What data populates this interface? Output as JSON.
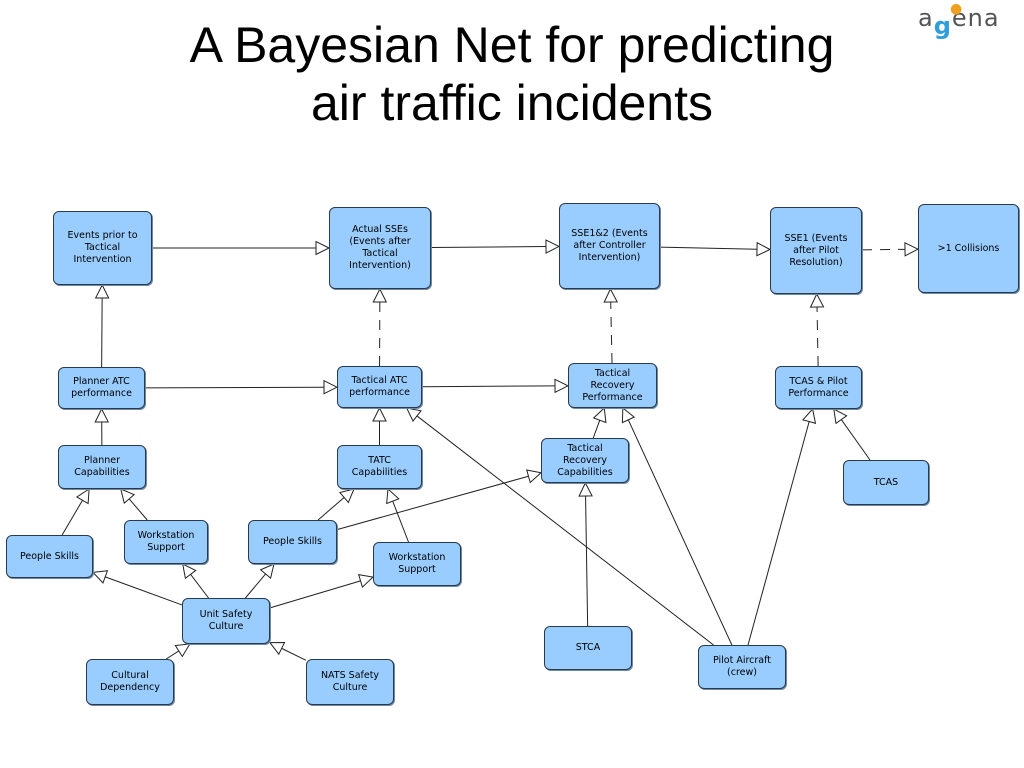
{
  "title": {
    "line1": "A Bayesian Net for predicting",
    "line2": "air traffic incidents"
  },
  "logo": {
    "a": "a",
    "g": "g",
    "ena": "ena",
    "accent": "#2e9fd8"
  },
  "colors": {
    "node_fill": "#99ccff",
    "node_border": "#2a3a4a",
    "edge": "#222222"
  },
  "nodes": {
    "events_prior": "Events prior to Tactical Intervention",
    "actual_sses": "Actual SSEs (Events after Tactical Intervention)",
    "sse12": "SSE1&2 (Events after Controller Intervention)",
    "sse1": "SSE1 (Events after Pilot Resolution)",
    "collisions": ">1 Collisions",
    "planner_atc": "Planner ATC performance",
    "tactical_atc": "Tactical ATC performance",
    "tactical_recovery_perf": "Tactical Recovery Performance",
    "tcas_pilot": "TCAS & Pilot Performance",
    "planner_cap": "Planner Capabilities",
    "tatc_cap": "TATC Capabilities",
    "tactical_recovery_cap": "Tactical Recovery Capabilities",
    "tcas": "TCAS",
    "people_skills_1": "People Skills",
    "workstation_1": "Workstation Support",
    "people_skills_2": "People Skills",
    "workstation_2": "Workstation Support",
    "unit_safety": "Unit Safety Culture",
    "stca": "STCA",
    "pilot_aircraft": "Pilot Aircraft (crew)",
    "cultural": "Cultural Dependency",
    "nats_safety": "NATS Safety Culture"
  },
  "edges": [
    {
      "from": "planner_atc",
      "to": "events_prior",
      "style": "solid"
    },
    {
      "from": "events_prior",
      "to": "actual_sses",
      "style": "solid"
    },
    {
      "from": "actual_sses",
      "to": "sse12",
      "style": "solid"
    },
    {
      "from": "sse12",
      "to": "sse1",
      "style": "solid"
    },
    {
      "from": "sse1",
      "to": "collisions",
      "style": "dashed"
    },
    {
      "from": "tactical_atc",
      "to": "actual_sses",
      "style": "dashed"
    },
    {
      "from": "tactical_recovery_perf",
      "to": "sse12",
      "style": "dashed"
    },
    {
      "from": "tcas_pilot",
      "to": "sse1",
      "style": "dashed"
    },
    {
      "from": "planner_atc",
      "to": "tactical_atc",
      "style": "solid"
    },
    {
      "from": "tactical_atc",
      "to": "tactical_recovery_perf",
      "style": "solid"
    },
    {
      "from": "planner_cap",
      "to": "planner_atc",
      "style": "solid"
    },
    {
      "from": "tatc_cap",
      "to": "tactical_atc",
      "style": "solid"
    },
    {
      "from": "tactical_recovery_cap",
      "to": "tactical_recovery_perf",
      "style": "solid"
    },
    {
      "from": "pilot_aircraft",
      "to": "tactical_recovery_perf",
      "style": "solid"
    },
    {
      "from": "pilot_aircraft",
      "to": "tactical_atc",
      "style": "solid"
    },
    {
      "from": "pilot_aircraft",
      "to": "tcas_pilot",
      "style": "solid"
    },
    {
      "from": "tcas",
      "to": "tcas_pilot",
      "style": "solid"
    },
    {
      "from": "people_skills_1",
      "to": "planner_cap",
      "style": "solid"
    },
    {
      "from": "workstation_1",
      "to": "planner_cap",
      "style": "solid"
    },
    {
      "from": "people_skills_2",
      "to": "tatc_cap",
      "style": "solid"
    },
    {
      "from": "workstation_2",
      "to": "tatc_cap",
      "style": "solid"
    },
    {
      "from": "people_skills_2",
      "to": "tactical_recovery_cap",
      "style": "solid"
    },
    {
      "from": "stca",
      "to": "tactical_recovery_cap",
      "style": "solid"
    },
    {
      "from": "unit_safety",
      "to": "people_skills_1",
      "style": "solid"
    },
    {
      "from": "unit_safety",
      "to": "workstation_1",
      "style": "solid"
    },
    {
      "from": "unit_safety",
      "to": "people_skills_2",
      "style": "solid"
    },
    {
      "from": "unit_safety",
      "to": "workstation_2",
      "style": "solid"
    },
    {
      "from": "cultural",
      "to": "unit_safety",
      "style": "solid"
    },
    {
      "from": "nats_safety",
      "to": "unit_safety",
      "style": "solid"
    }
  ]
}
